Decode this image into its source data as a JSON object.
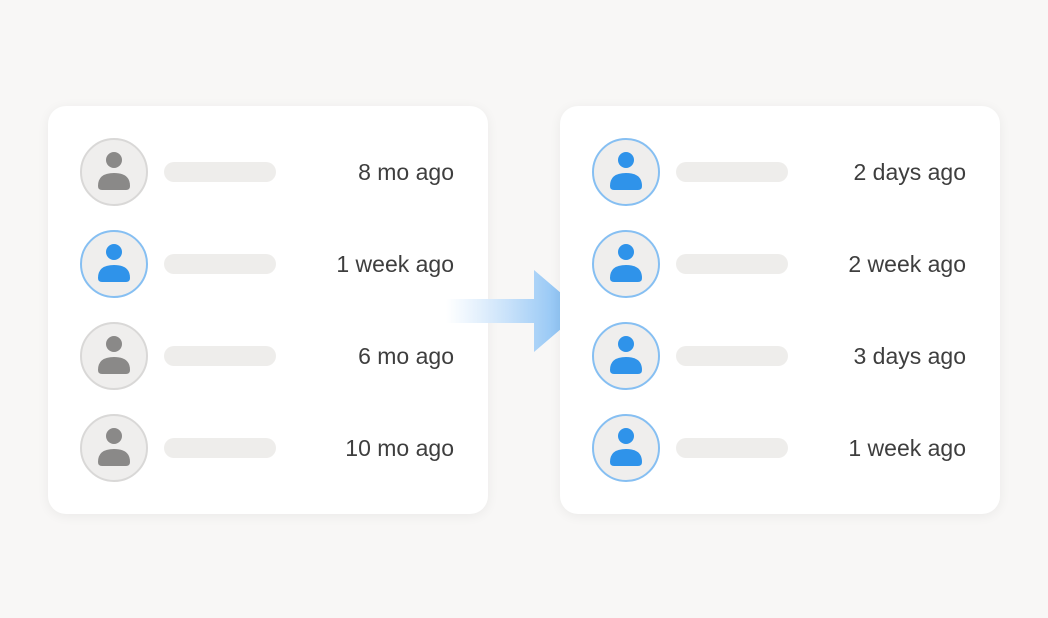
{
  "before": {
    "rows": [
      {
        "time": "8 mo ago",
        "active": false
      },
      {
        "time": "1 week ago",
        "active": true
      },
      {
        "time": "6 mo ago",
        "active": false
      },
      {
        "time": "10 mo ago",
        "active": false
      }
    ]
  },
  "after": {
    "rows": [
      {
        "time": "2 days ago",
        "active": true
      },
      {
        "time": "2 week ago",
        "active": true
      },
      {
        "time": "3 days ago",
        "active": true
      },
      {
        "time": "1 week ago",
        "active": true
      }
    ]
  },
  "colors": {
    "background": "#f8f7f6",
    "active_accent": "#2f93ea",
    "active_ring": "#86bff2",
    "inactive_figure": "#8a8988",
    "arrow_gradient_start": "#ffffff",
    "arrow_gradient_end": "#7ab9f2"
  },
  "icons": {
    "avatar": "user-icon",
    "transition": "arrow-right-icon"
  }
}
